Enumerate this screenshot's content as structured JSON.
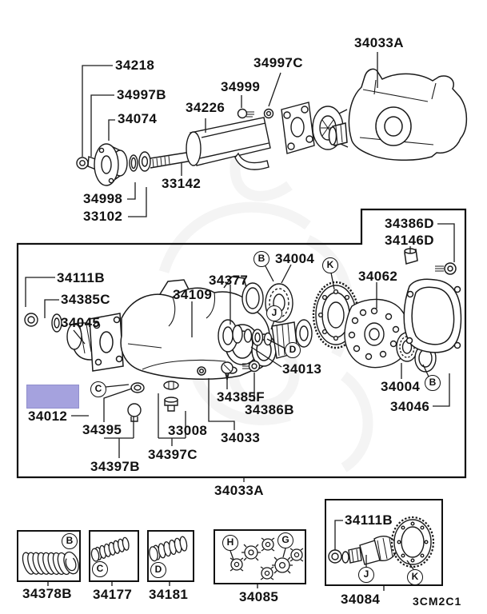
{
  "drawing_code": "3CM2C1",
  "highlight": {
    "part": "34012",
    "color": "#9e9bdc"
  },
  "labels": {
    "l34218": "34218",
    "l34997b": "34997B",
    "l34074": "34074",
    "l34997c": "34997C",
    "l34999": "34999",
    "l34226": "34226",
    "l33142": "33142",
    "l34998": "34998",
    "l33102": "33102",
    "l34033a_top": "34033A",
    "l34386d": "34386D",
    "l34146d": "34146D",
    "l34004_top": "34004",
    "l34377": "34377",
    "l34109": "34109",
    "l34111b": "34111B",
    "l34385c": "34385C",
    "l34045": "34045",
    "l34062": "34062",
    "l34013": "34013",
    "l34385f": "34385F",
    "l34386b": "34386B",
    "l34033": "34033",
    "l34012": "34012",
    "l34395": "34395",
    "l33008": "33008",
    "l34397c": "34397C",
    "l34397b": "34397B",
    "l34004_bottom": "34004",
    "l34046": "34046",
    "l34033a_bottom": "34033A",
    "l34378b": "34378B",
    "l34177": "34177",
    "l34181": "34181",
    "l34085": "34085",
    "l34084": "34084",
    "l34111b_inset": "34111B",
    "code": "3CM2C1"
  },
  "callouts": {
    "b_main_top": "B",
    "k_main": "K",
    "j_main": "J",
    "d_main": "D",
    "c_main": "C",
    "b_main_right": "B",
    "b_inset": "B",
    "c_inset": "C",
    "d_inset": "D",
    "h_inset": "H",
    "g_inset": "G",
    "j_inset": "J",
    "k_inset": "K"
  }
}
